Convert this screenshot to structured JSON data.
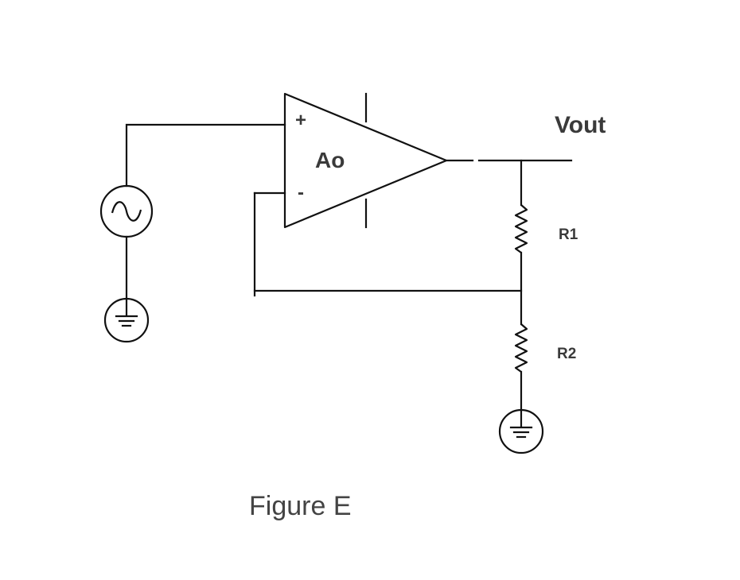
{
  "diagram": {
    "opamp": {
      "label": "Ao",
      "plus_sign": "+",
      "minus_sign": "-"
    },
    "output_label": "Vout",
    "resistors": [
      {
        "label": "R1"
      },
      {
        "label": "R2"
      }
    ],
    "caption": "Figure E",
    "source_icon": "ac-voltage-source-icon",
    "ground_icon": "ground-icon",
    "line_color": "#111111",
    "text_color": "#3a3a3a"
  }
}
